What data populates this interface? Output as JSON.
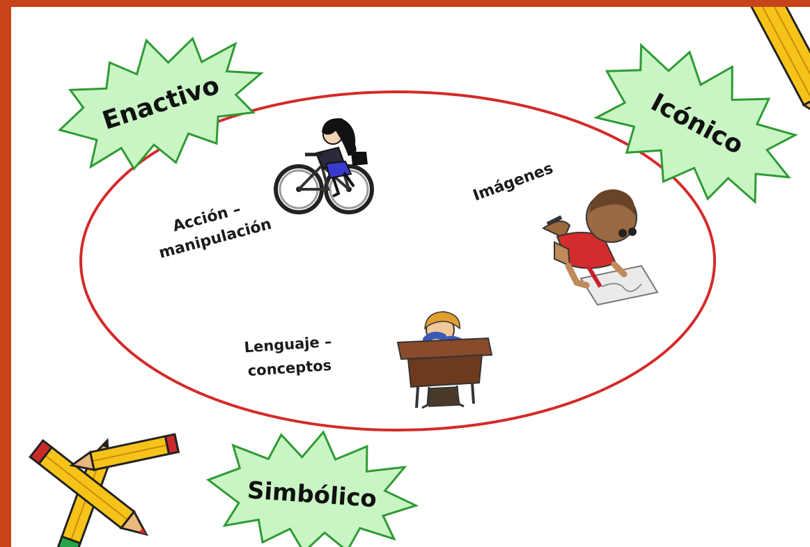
{
  "colors": {
    "background_frame": "#c8431a",
    "ellipse_stroke": "#d42a2a",
    "burst_fill": "#c9f5c4",
    "burst_stroke": "#2e9a34",
    "text": "#1a1a1a"
  },
  "modes": {
    "enactive": "Enactivo",
    "iconic": "Icónico",
    "symbolic": "Simbólico"
  },
  "labels": {
    "action_line1": "Acción –",
    "action_line2": "manipulación",
    "images": "Imágenes",
    "language_line1": "Lenguaje –",
    "language_line2": "conceptos"
  },
  "illustrations": [
    "girl-on-bicycle",
    "boy-drawing-lying-down",
    "boy-at-desk",
    "crossed-pencils",
    "pencil-corner"
  ]
}
